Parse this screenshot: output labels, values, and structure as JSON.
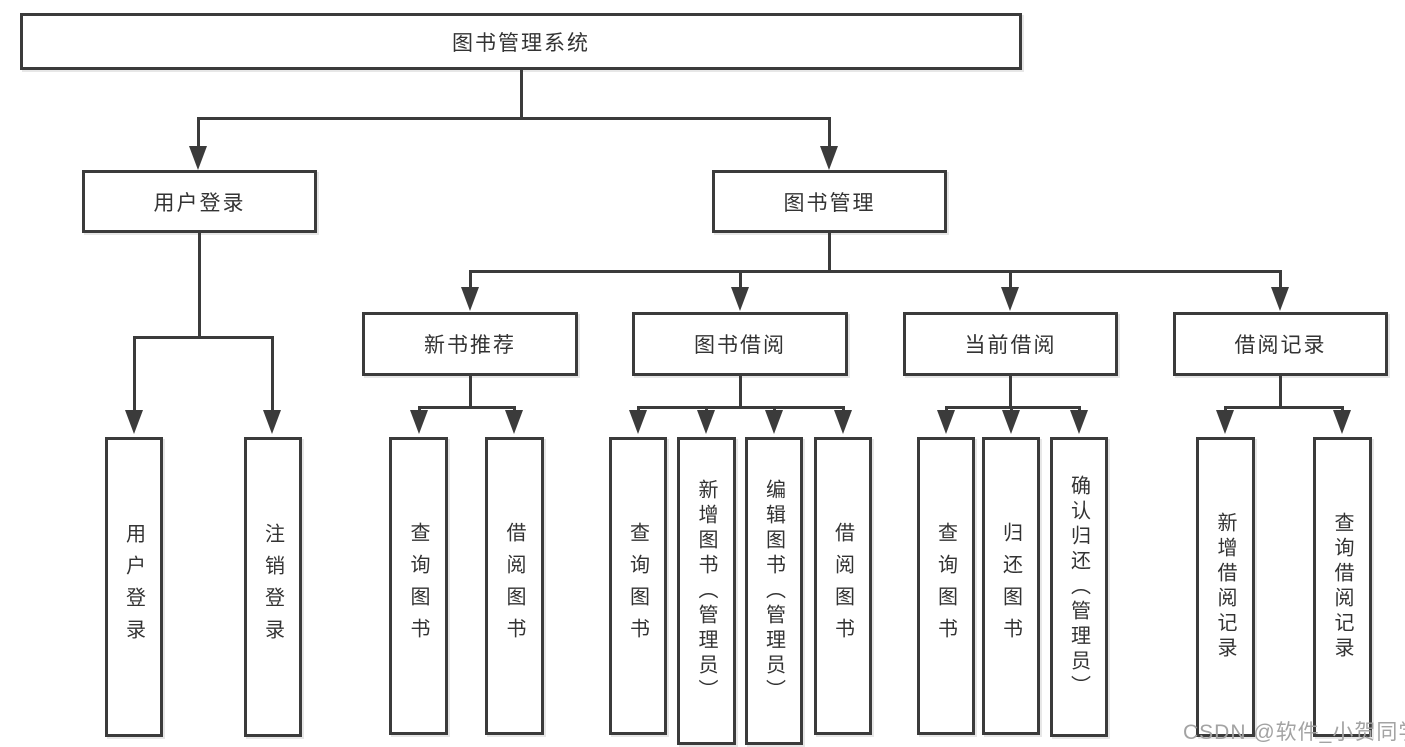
{
  "tree": {
    "root": {
      "label": "图书管理系统"
    },
    "branches": [
      {
        "label": "用户登录",
        "children": [
          {
            "label": "用户登录"
          },
          {
            "label": "注销登录"
          }
        ]
      },
      {
        "label": "图书管理",
        "children": [
          {
            "label": "新书推荐",
            "children": [
              {
                "label": "查询图书"
              },
              {
                "label": "借阅图书"
              }
            ]
          },
          {
            "label": "图书借阅",
            "children": [
              {
                "label": "查询图书"
              },
              {
                "label": "新增图书（管理员）"
              },
              {
                "label": "编辑图书（管理员）"
              },
              {
                "label": "借阅图书"
              }
            ]
          },
          {
            "label": "当前借阅",
            "children": [
              {
                "label": "查询图书"
              },
              {
                "label": "归还图书"
              },
              {
                "label": "确认归还（管理员）"
              }
            ]
          },
          {
            "label": "借阅记录",
            "children": [
              {
                "label": "新增借阅记录"
              },
              {
                "label": "查询借阅记录"
              }
            ]
          }
        ]
      }
    ]
  },
  "watermark": {
    "text": "CSDN @软件_小贺同学"
  },
  "colors": {
    "line": "#3b3b3b",
    "text": "#333333",
    "background": "#ffffff",
    "watermark": "#a3a3a3"
  }
}
